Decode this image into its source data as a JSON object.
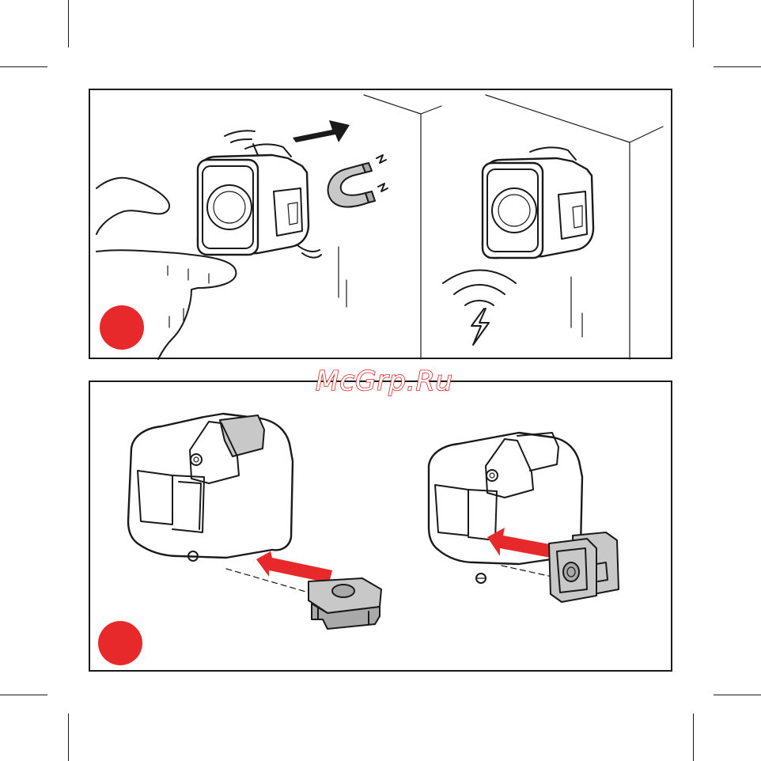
{
  "watermark": {
    "text": "McGrp.Ru",
    "color": "#e02020"
  },
  "colors": {
    "accent": "#e8292b",
    "line": "#1a1a1a",
    "metal": "#a9a9a9"
  },
  "panels": [
    {
      "step_marker": "red-dot",
      "illustrations": [
        "finger-press-icon",
        "camera-device",
        "magnet-icon",
        "push-arrow-icon",
        "wall",
        "camera-device",
        "wireless-charging-icon"
      ]
    },
    {
      "step_marker": "red-dot",
      "illustrations": [
        "camera-device",
        "square-mount-adapter",
        "insert-arrow-icon",
        "camera-device",
        "double-mount-adapter",
        "insert-arrow-icon"
      ]
    }
  ]
}
